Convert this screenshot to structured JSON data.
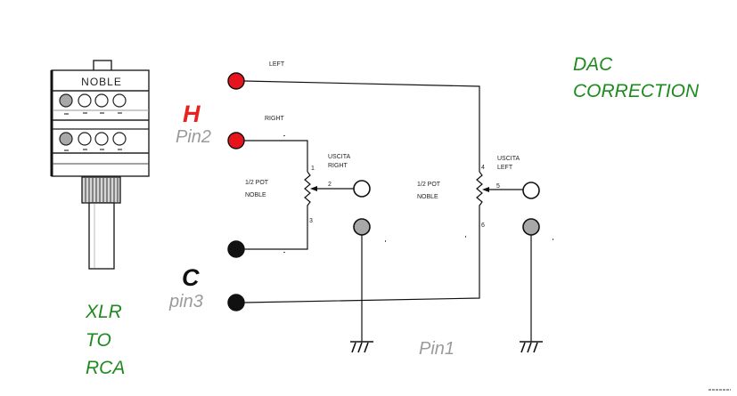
{
  "diagram": {
    "title": {
      "line1": "DAC",
      "line2": "CORRECTION"
    },
    "side_note": {
      "line1": "XLR",
      "line2": "TO",
      "line3": "RCA"
    }
  },
  "xlr_pins": {
    "hot": "H",
    "hot_pin": "Pin2",
    "cold": "C",
    "cold_pin": "pin3",
    "ground_pin": "Pin1"
  },
  "potentiometer": {
    "brand": "NOBLE"
  },
  "wires": {
    "left": "LEFT",
    "right": "RIGHT"
  },
  "pot_right_channel": {
    "name_line1": "1/2 POT",
    "name_line2": "NOBLE",
    "out_line1": "USCITA",
    "out_line2": "RIGHT",
    "pin_top": "1",
    "pin_wiper": "2",
    "pin_bottom": "3"
  },
  "pot_left_channel": {
    "name_line1": "1/2 POT",
    "name_line2": "NOBLE",
    "out_line1": "USCITA",
    "out_line2": "LEFT",
    "pin_top": "4",
    "pin_wiper": "5",
    "pin_bottom": "6"
  },
  "colors": {
    "hot_terminal": "#e8141b",
    "hot_label": "#e8231f",
    "cold_label": "#111111",
    "pin_label": "#9b9b9b",
    "note_text": "#1f8a1f",
    "ground_terminal": "#a8a8a8",
    "cold_terminal": "#111111"
  }
}
